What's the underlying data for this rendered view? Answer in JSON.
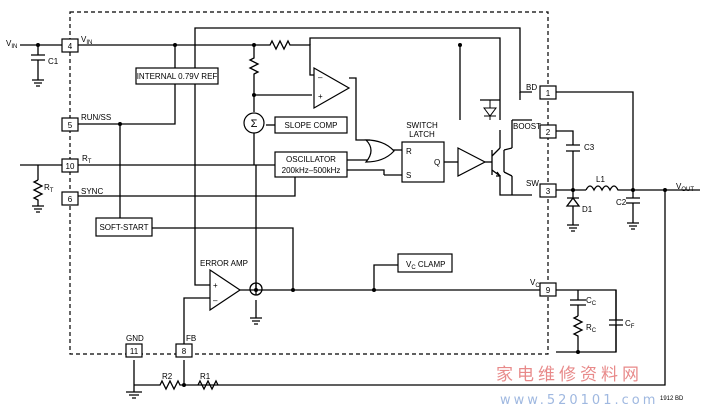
{
  "pins": {
    "vin": {
      "num": "4",
      "name": "V",
      "sub": "IN"
    },
    "run_ss": {
      "num": "5",
      "name": "RUN/SS"
    },
    "rt": {
      "num": "10",
      "name": "R",
      "sub": "T"
    },
    "sync": {
      "num": "6",
      "name": "SYNC"
    },
    "gnd": {
      "num": "11",
      "name": "GND"
    },
    "fb": {
      "num": "8",
      "name": "FB"
    },
    "bd": {
      "num": "1",
      "name": "BD"
    },
    "boost": {
      "num": "2",
      "name": "BOOST"
    },
    "sw": {
      "num": "3",
      "name": "SW"
    },
    "vc": {
      "num": "9",
      "name": "V",
      "sub": "C"
    }
  },
  "blocks": {
    "ref": "INTERNAL 0.79V REF",
    "slope": "SLOPE COMP",
    "osc_line1": "OSCILLATOR",
    "osc_line2": "200kHz–500kHz",
    "softstart": "SOFT-START",
    "error_amp": "ERROR AMP",
    "vclamp": "V",
    "vclamp_sub": "C",
    "vclamp_tail": " CLAMP",
    "latch_line1": "SWITCH",
    "latch_line2": "LATCH",
    "latch_r": "R",
    "latch_s": "S",
    "latch_q": "Q",
    "sum": "Σ"
  },
  "external": {
    "vin": {
      "name": "V",
      "sub": "IN"
    },
    "vout": {
      "name": "V",
      "sub": "OUT"
    },
    "c1": "C1",
    "rt": {
      "name": "R",
      "sub": "T"
    },
    "c3": "C3",
    "l1": "L1",
    "d1": "D1",
    "c2": "C2",
    "cc": {
      "name": "C",
      "sub": "C"
    },
    "rc": {
      "name": "R",
      "sub": "C"
    },
    "cf": {
      "name": "C",
      "sub": "F"
    },
    "r1": "R1",
    "r2": "R2"
  },
  "figure_id": "1912 BD",
  "watermark": {
    "line1": "家电维修资料网",
    "line2": "www.520101.com"
  }
}
